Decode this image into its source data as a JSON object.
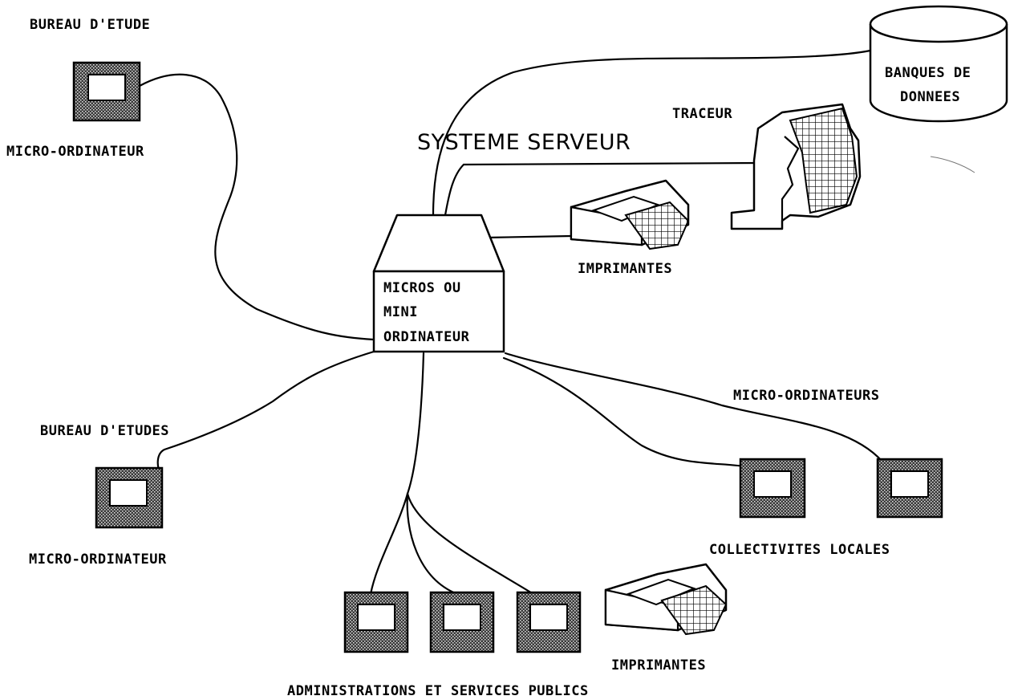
{
  "labels": {
    "bureau_etude_top": "BUREAU D'ETUDE",
    "micro_top_left": "MICRO-ORDINATEUR",
    "systeme_serveur": "SYSTEME SERVEUR",
    "banques_line1": "BANQUES DE",
    "banques_line2": "DONNEES",
    "traceur": "TRACEUR",
    "imprimantes_top": "IMPRIMANTES",
    "central_line1": "MICROS OU",
    "central_line2": "MINI",
    "central_line3": "ORDINATEUR",
    "micro_ordinateurs_right": "MICRO-ORDINATEURS",
    "bureau_etudes_bottom": "BUREAU D'ETUDES",
    "micro_bottom_left": "MICRO-ORDINATEUR",
    "collectivites": "COLLECTIVITES LOCALES",
    "imprimantes_bottom": "IMPRIMANTES",
    "administrations": "ADMINISTRATIONS ET SERVICES PUBLICS"
  }
}
